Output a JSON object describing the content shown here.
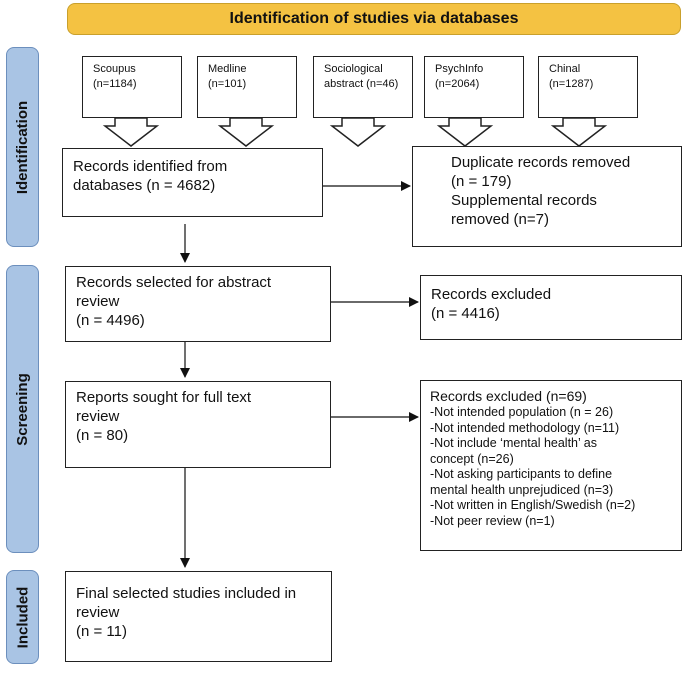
{
  "header": {
    "title": "Identification of studies via databases"
  },
  "phases": {
    "identification": "Identification",
    "screening": "Screening",
    "included": "Included"
  },
  "databases": [
    {
      "name": "Scoupus",
      "count": "(n=1184)"
    },
    {
      "name": "Medline",
      "count": "(n=101)"
    },
    {
      "name": "Sociological",
      "count": "abstract (n=46)"
    },
    {
      "name": "PsychInfo",
      "count": "(n=2064)"
    },
    {
      "name": "Chinal",
      "count": "(n=1287)"
    }
  ],
  "boxes": {
    "records_identified": {
      "line1": "Records identified from",
      "line2": "databases (n = 4682)"
    },
    "duplicates": {
      "line1": "Duplicate records removed",
      "line2": "(n = 179)",
      "line3": "Supplemental records",
      "line4": "removed (n=7)"
    },
    "abstract_review": {
      "line1": "Records selected for abstract",
      "line2": "review",
      "line3": "(n = 4496)"
    },
    "excluded_abstract": {
      "line1": "Records excluded",
      "line2": "(n = 4416)"
    },
    "full_text": {
      "line1": "Reports sought for full text",
      "line2": "review",
      "line3": "(n = 80)"
    },
    "excluded_full": {
      "items": [
        "Records excluded (n=69)",
        "-Not intended population (n = 26)",
        "-Not intended methodology (n=11)",
        "-Not include ‘mental health’ as",
        "concept (n=26)",
        "-Not asking participants to define",
        "mental health unprejudiced (n=3)",
        "-Not written in English/Swedish (n=2)",
        "-Not peer review (n=1)"
      ]
    },
    "final": {
      "line1": "Final selected studies included in",
      "line2": "review",
      "line3": "(n = 11)"
    }
  }
}
